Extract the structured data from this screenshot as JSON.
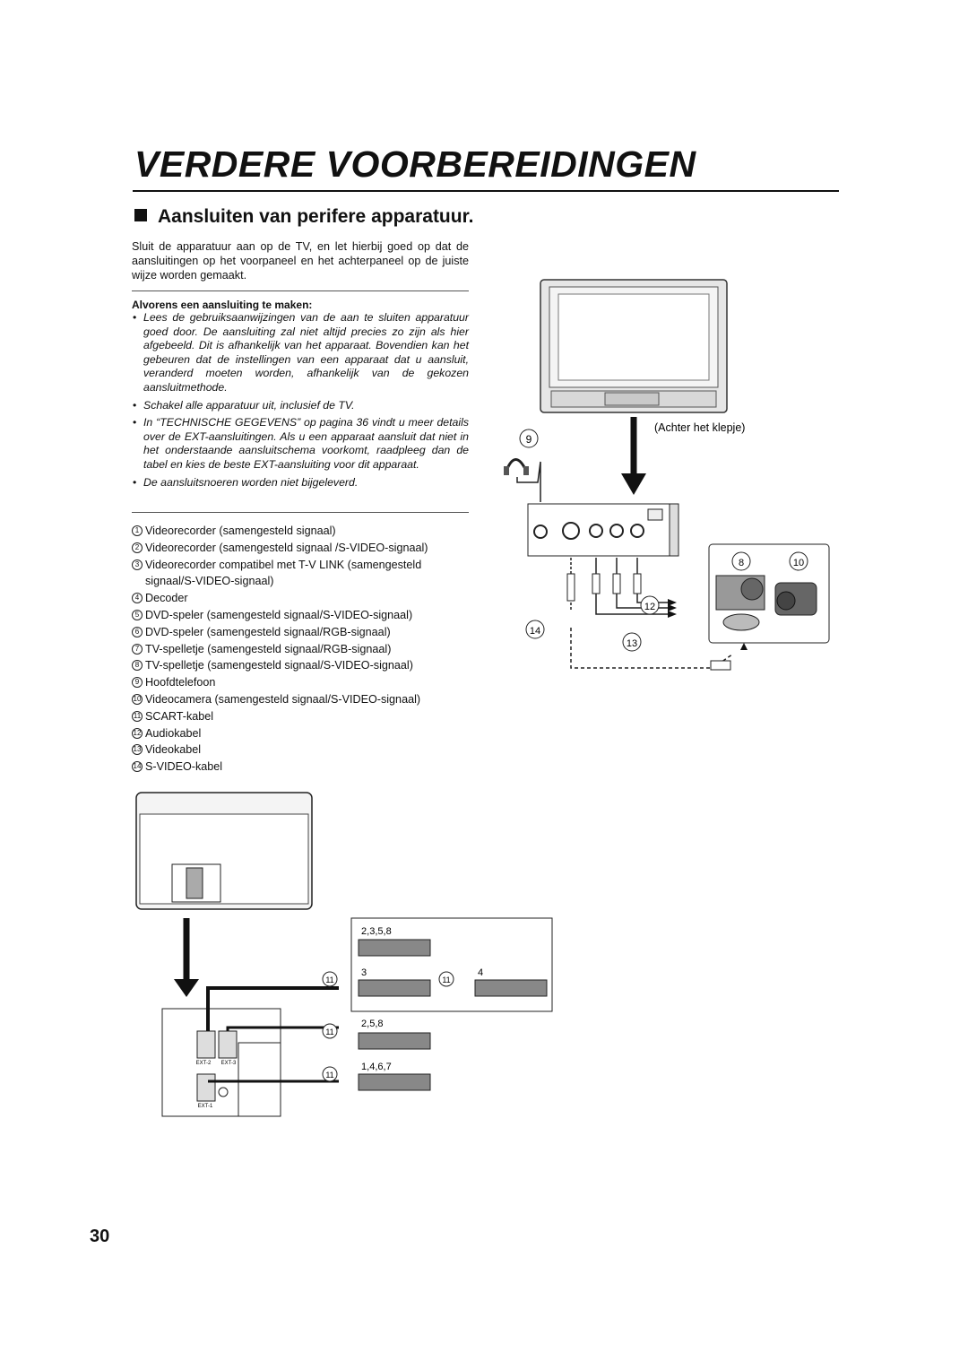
{
  "page": {
    "title": "VERDERE VOORBEREIDINGEN",
    "section_heading": "Aansluiten van perifere apparatuur.",
    "intro": "Sluit de apparatuur aan op de TV, en let hierbij goed op dat de aansluitingen op het voorpaneel en het achterpaneel op de juiste wijze worden gemaakt.",
    "subheading": "Alvorens een aansluiting te maken:",
    "bullets": [
      "Lees de gebruiksaanwijzingen van de aan te sluiten apparatuur goed door. De aansluiting zal niet altijd precies zo zijn als hier afgebeeld. Dit is afhankelijk van het apparaat. Bovendien kan het gebeuren dat de instellingen van een apparaat dat u aansluit, veranderd moeten worden, afhankelijk van de gekozen aansluitmethode.",
      "Schakel alle apparatuur uit, inclusief de TV.",
      "In “TECHNISCHE GEGEVENS” op pagina 36 vindt u meer details over de EXT-aansluitingen. Als u een apparaat aansluit dat niet in het onderstaande aansluitschema voorkomt, raadpleeg dan de tabel en kies de beste EXT-aansluiting voor dit apparaat.",
      "De aansluitsnoeren worden niet bijgeleverd."
    ],
    "items": [
      {
        "n": "1",
        "text": "Videorecorder (samengesteld signaal)"
      },
      {
        "n": "2",
        "text": "Videorecorder (samengesteld signaal /S-VIDEO-signaal)"
      },
      {
        "n": "3",
        "text": "Videorecorder compatibel met T-V LINK (samengesteld signaal/S-VIDEO-signaal)"
      },
      {
        "n": "4",
        "text": "Decoder"
      },
      {
        "n": "5",
        "text": "DVD-speler (samengesteld signaal/S-VIDEO-signaal)"
      },
      {
        "n": "6",
        "text": "DVD-speler (samengesteld signaal/RGB-signaal)"
      },
      {
        "n": "7",
        "text": "TV-spelletje (samengesteld signaal/RGB-signaal)"
      },
      {
        "n": "8",
        "text": "TV-spelletje (samengesteld signaal/S-VIDEO-signaal)"
      },
      {
        "n": "9",
        "text": "Hoofdtelefoon"
      },
      {
        "n": "10",
        "text": "Videocamera (samengesteld signaal/S-VIDEO-signaal)"
      },
      {
        "n": "11",
        "text": "SCART-kabel"
      },
      {
        "n": "12",
        "text": "Audiokabel"
      },
      {
        "n": "13",
        "text": "Videokabel"
      },
      {
        "n": "14",
        "text": "S-VIDEO-kabel"
      }
    ],
    "front_caption": "(Achter het klepje)",
    "callouts": {
      "headphone": "9",
      "game": "8",
      "camera": "10",
      "audio_cable": "12",
      "video_cable": "13",
      "svideo_cable": "14",
      "scart": "11",
      "group_top": [
        "2",
        "3",
        "5",
        "8"
      ],
      "group_mid_left": [
        "3"
      ],
      "group_mid_right": [
        "4"
      ],
      "group_ext2": [
        "2",
        "5",
        "8"
      ],
      "group_ext1": [
        "1",
        "4",
        "6",
        "7"
      ]
    },
    "back_panel_labels": [
      "EXT-2",
      "EXT-3",
      "EXT-1"
    ],
    "page_number": "30"
  }
}
